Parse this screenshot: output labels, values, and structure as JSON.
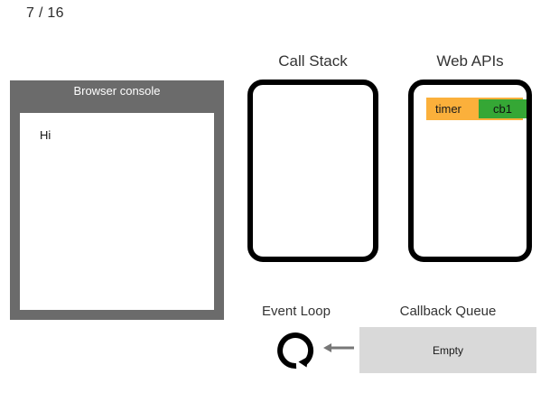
{
  "slide": {
    "counter": "7 / 16"
  },
  "browser_console": {
    "title": "Browser console",
    "lines": [
      "Hi"
    ]
  },
  "call_stack": {
    "title": "Call Stack",
    "frames": []
  },
  "web_apis": {
    "title": "Web APIs",
    "tasks": [
      {
        "label": "timer",
        "callback": "cb1",
        "task_color": "#fbb03b",
        "callback_color": "#35a735"
      }
    ]
  },
  "event_loop": {
    "title": "Event Loop",
    "icon": "circular-arrow-icon",
    "feed_arrow_icon": "arrow-left-icon"
  },
  "callback_queue": {
    "title": "Callback Queue",
    "status": "Empty",
    "box_color": "#d9d9d9",
    "items": []
  },
  "theme": {
    "console_chrome": "#6b6b6b",
    "panel_border": "#000000",
    "text": "#333333"
  }
}
